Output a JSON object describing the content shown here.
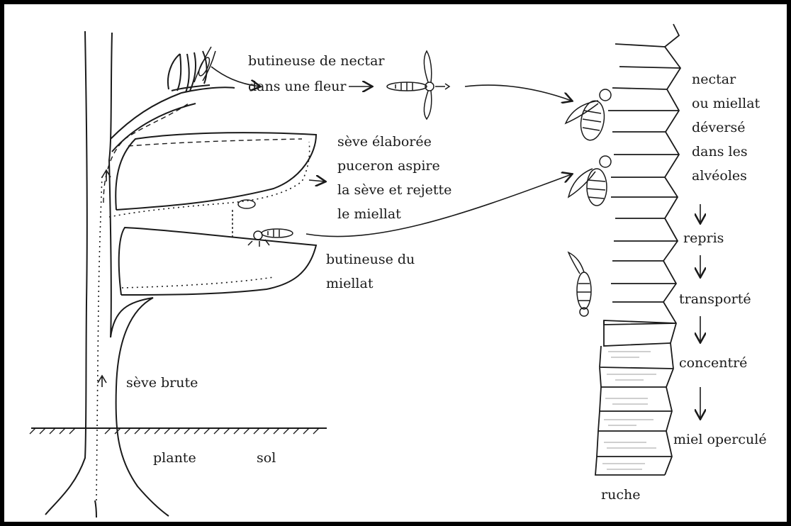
{
  "labels": {
    "butineuse_nectar_1": "butineuse de nectar",
    "butineuse_nectar_2": "dans une fleur",
    "seve_elaboree": "sève élaborée",
    "puceron_1": "puceron aspire",
    "puceron_2": "la sève et rejette",
    "puceron_3": "le miellat",
    "butineuse_miellat_1": "butineuse du",
    "butineuse_miellat_2": "miellat",
    "seve_brute": "sève brute",
    "plante": "plante",
    "sol": "sol",
    "nectar": "nectar",
    "ou_miellat": "ou miellat",
    "deverse": "déversé",
    "dans_les": "dans les",
    "alveoles": "alvéoles",
    "repris": "repris",
    "transporte": "transporté",
    "concentre": "concentré",
    "miel_opercule": "miel operculé",
    "ruche": "ruche"
  },
  "colors": {
    "ink": "#1a1a1a",
    "frame": "#000000",
    "background": "#ffffff"
  }
}
